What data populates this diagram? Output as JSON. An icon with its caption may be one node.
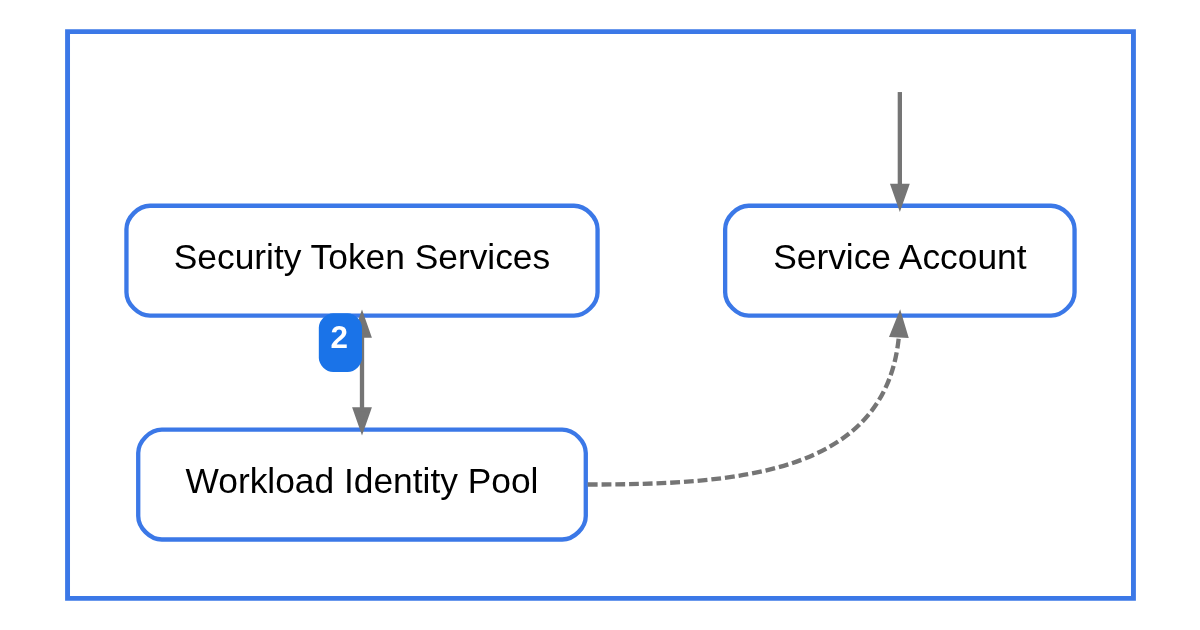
{
  "diagram": {
    "nodes": [
      {
        "text": [],
        "shape": "box"
      },
      {
        "text": [
          "Security Token Services"
        ],
        "in": 0
      },
      {
        "text": [
          "Service Account"
        ],
        "in": 0
      },
      {
        "text": [
          "Workload Identity Pool"
        ],
        "in": 0
      }
    ],
    "edges": [
      {
        "from": null,
        "to": 2,
        "arrow": "to"
      },
      {
        "from": 1,
        "to": 3,
        "arrow": "both",
        "label": "2"
      },
      {
        "from": 3,
        "to": 2,
        "arrow": "to",
        "style": "dashed"
      }
    ]
  }
}
